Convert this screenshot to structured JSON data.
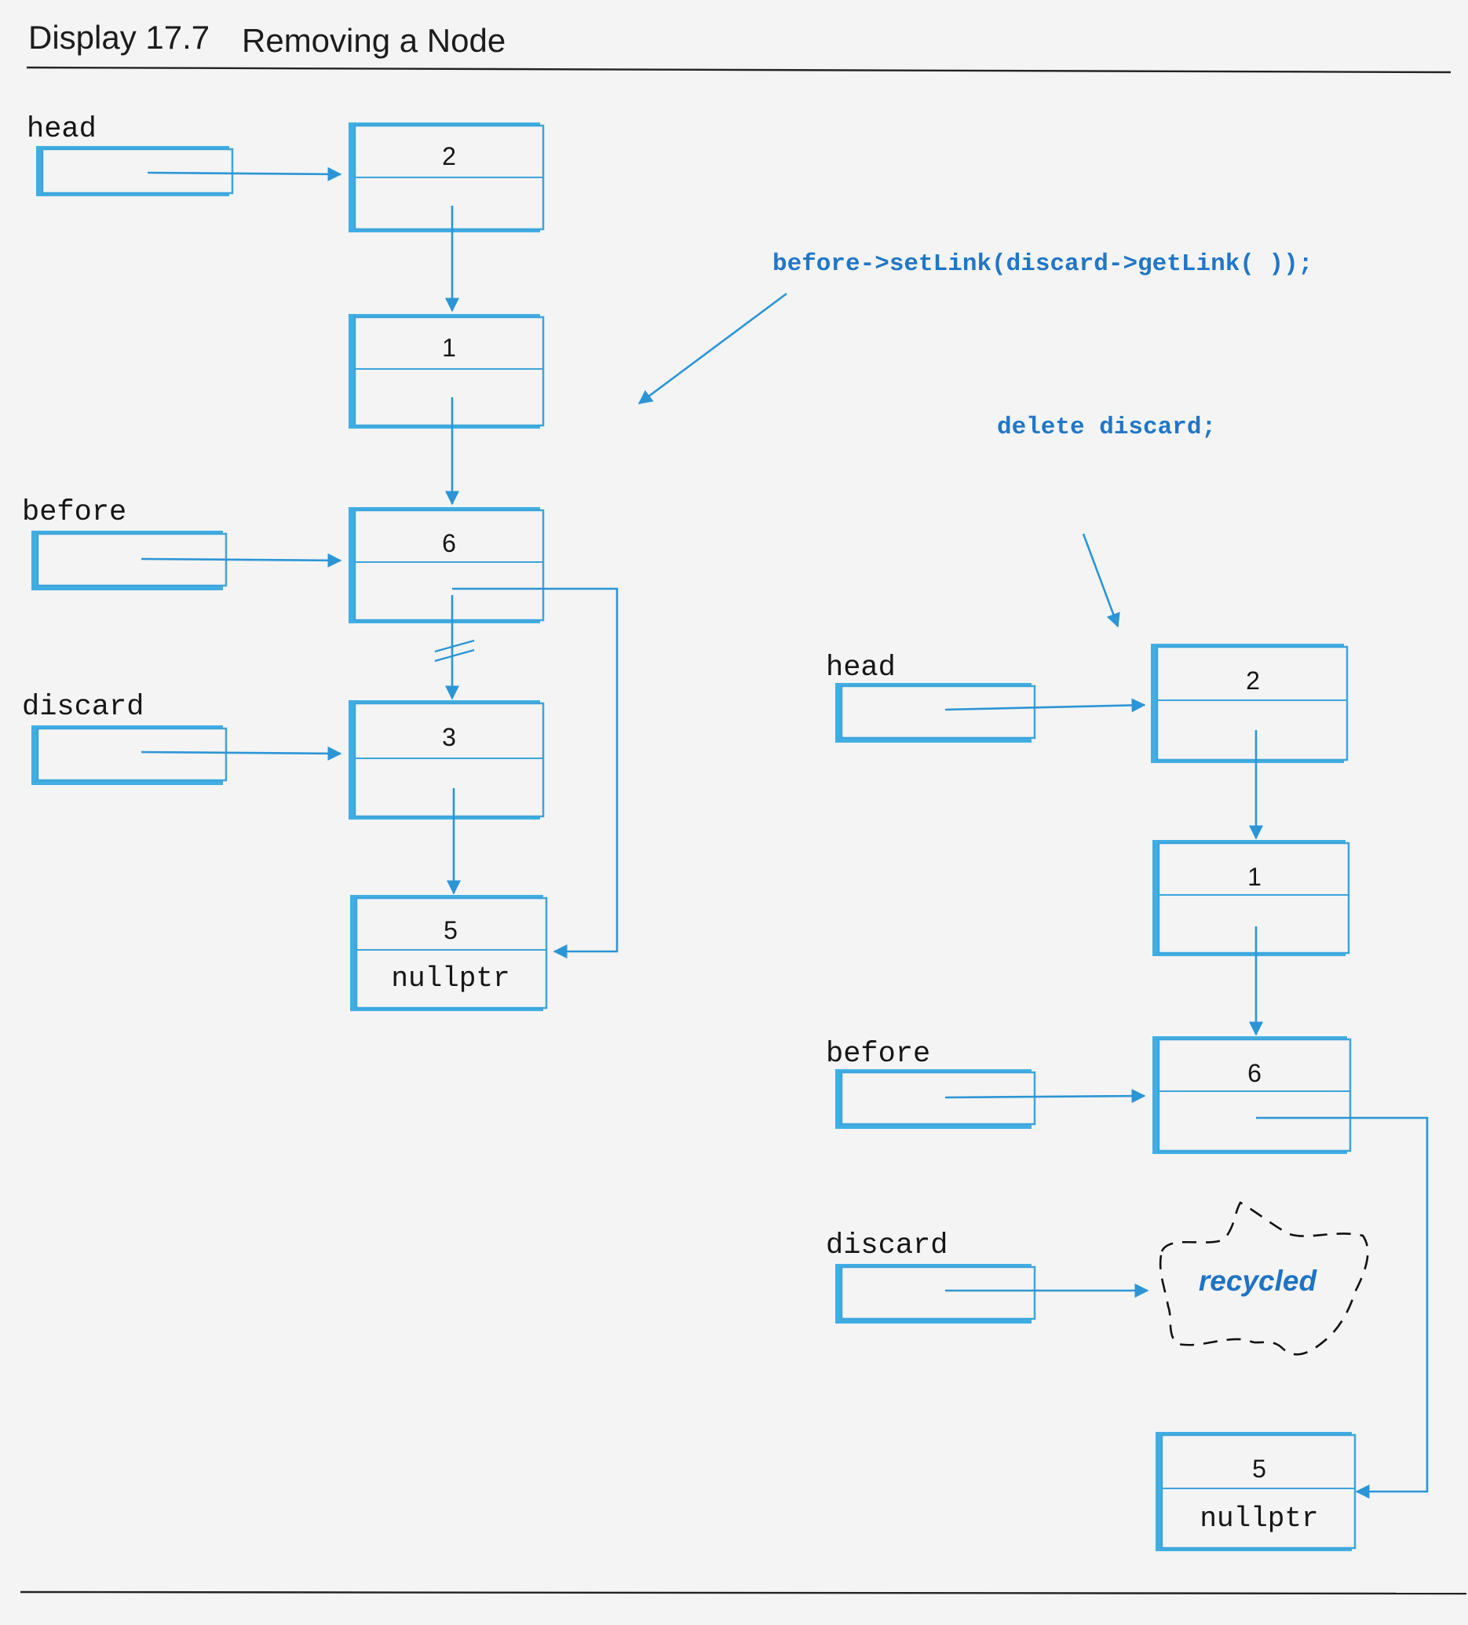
{
  "title": {
    "display_number": "Display 17.7",
    "caption": "Removing a Node"
  },
  "colors": {
    "accent": "#2c95d6",
    "box_shadow": "#41aee3",
    "code_text": "#2176c7",
    "background": "#f3f4f3"
  },
  "left_diagram": {
    "labels": {
      "head": "head",
      "before": "before",
      "discard": "discard"
    },
    "nodes": [
      "2",
      "1",
      "6",
      "3",
      "5"
    ],
    "last_link": "nullptr"
  },
  "statements": {
    "set_link": "before->setLink(discard->getLink( ));",
    "delete": "delete discard;"
  },
  "right_diagram": {
    "labels": {
      "head": "head",
      "before": "before",
      "discard": "discard"
    },
    "nodes": [
      "2",
      "1",
      "6",
      "5"
    ],
    "last_link": "nullptr",
    "recycled": "recycled"
  }
}
